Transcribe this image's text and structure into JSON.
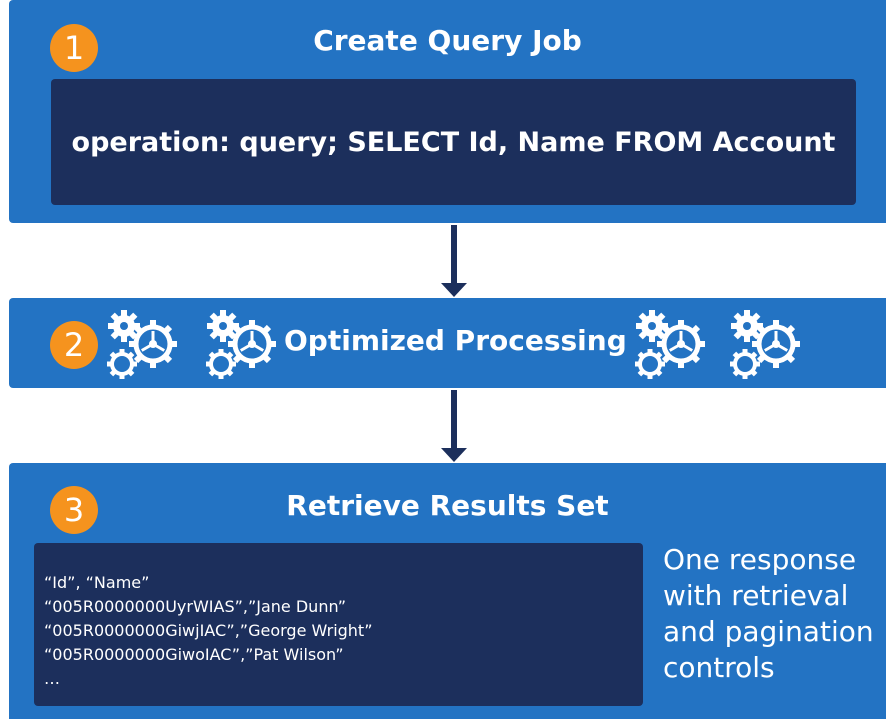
{
  "colors": {
    "panel_blue": "#2373c3",
    "dark_navy": "#1c2f5c",
    "badge_orange": "#f5931e",
    "text_white": "#ffffff"
  },
  "steps": [
    {
      "number": "1",
      "title": "Create Query Job",
      "query": "operation: query; SELECT Id, Name FROM Account"
    },
    {
      "number": "2",
      "title": "Optimized Processing",
      "icon": "gears-icon"
    },
    {
      "number": "3",
      "title": "Retrieve Results Set",
      "result_lines": [
        "“Id”, “Name”",
        "“005R0000000UyrWIAS”,”Jane Dunn”",
        "“005R0000000GiwjIAC”,”George Wright”",
        "“005R0000000GiwoIAC”,”Pat Wilson”",
        "…"
      ],
      "note_lines": [
        "One response",
        "with retrieval",
        "and pagination",
        "controls"
      ]
    }
  ],
  "connectors": [
    "arrow-down-icon",
    "arrow-down-icon"
  ]
}
